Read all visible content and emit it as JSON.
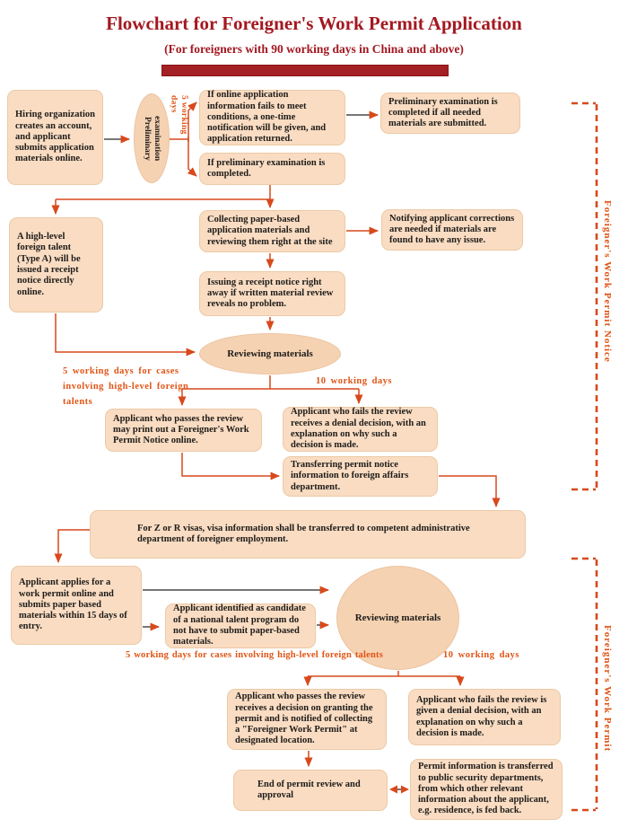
{
  "header": {
    "title": "Flowchart for Foreigner's Work Permit Application",
    "subtitle": "(For foreigners with 90 working days in China and above)"
  },
  "colors": {
    "title_red": "#a31820",
    "bar_red": "#a32025",
    "arrow_orange": "#d8491b",
    "label_orange": "#e05415",
    "box_fill": "#f9dcc2",
    "ellipse_fill": "#f5d2b2",
    "text": "#1e1c1a"
  },
  "nodes": {
    "hiring": "Hiring organization creates an account, and applicant submits application materials online.",
    "prelim_exam": "Preliminary examination",
    "online_fail": "If online application information fails to meet conditions, a one-time notification will be given, and application returned.",
    "prelim_complete_materials": "Preliminary examination is completed if all needed materials are submitted.",
    "prelim_completed": "If preliminary examination is completed.",
    "high_level_talent": "A high-level foreign talent (Type A) will be issued a receipt notice directly online.",
    "collecting": "Collecting paper-based application materials and reviewing them right at the site",
    "notifying": "Notifying applicant corrections are needed if materials are found to have any issue.",
    "issuing": "Issuing a receipt notice right away if written material review reveals no problem.",
    "reviewing1": "Reviewing materials",
    "passes1": "Applicant who passes the review may print out a Foreigner's Work Permit Notice online.",
    "fails1": "Applicant who fails the review receives a denial decision, with an explanation on why such a decision is made.",
    "transferring": "Transferring permit notice information to foreign affairs department.",
    "visas": "For Z or R visas, visa information shall be transferred to competent administrative department of foreigner employment.",
    "applies": "Applicant applies for a work permit online and submits paper based materials within 15 days of entry.",
    "candidate": "Applicant identified as candidate of a national talent program do not have to submit paper-based materials.",
    "reviewing2": "Reviewing materials",
    "passes2": "Applicant who passes the review receives a decision on granting the permit and is notified of collecting a \"Foreigner Work Permit\" at designated location.",
    "fails2": "Applicant who fails the review is given a denial decision, with an explanation on why such a decision is made.",
    "end": "End of permit review and approval",
    "permit_info": "Permit information is transferred to public security departments, from which other relevant information about the applicant, e.g. residence, is fed back."
  },
  "labels": {
    "five_working_days_vertical": "5 working days",
    "five_days_high_level_1": "5 working days for cases involving high-level foreign talents",
    "ten_days_1": "10 working days",
    "five_days_high_level_2": "5 working days for cases involving high-level foreign talents",
    "ten_days_2": "10 working days"
  },
  "brackets": {
    "notice": "Foreigner's Work Permit Notice",
    "permit": "Foreigner's Work Permit"
  }
}
